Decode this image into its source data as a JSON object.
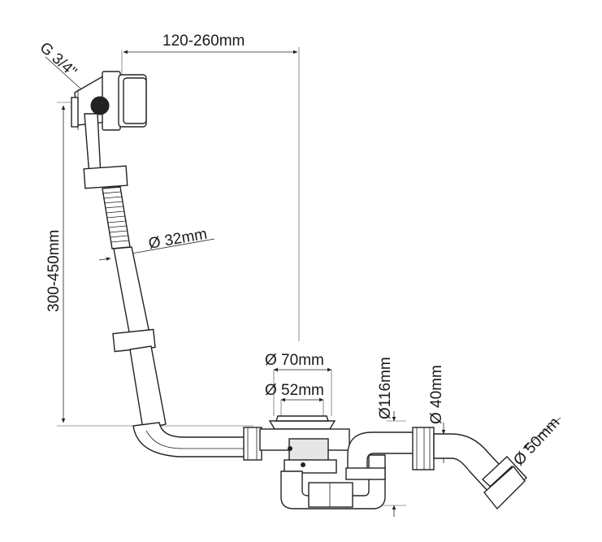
{
  "dimensions": {
    "overflow_length": "120-260mm",
    "thread": "G 3/4\"",
    "tube_diameter": "Ø 32mm",
    "height_range": "300-450mm",
    "waste_outer": "Ø 70mm",
    "waste_inner": "Ø 52mm",
    "trap_height": "Ø116mm",
    "outlet_small": "Ø 40mm",
    "outlet_large": "Ø 50mm"
  },
  "colors": {
    "line": "#222222",
    "fill": "#ffffff"
  }
}
